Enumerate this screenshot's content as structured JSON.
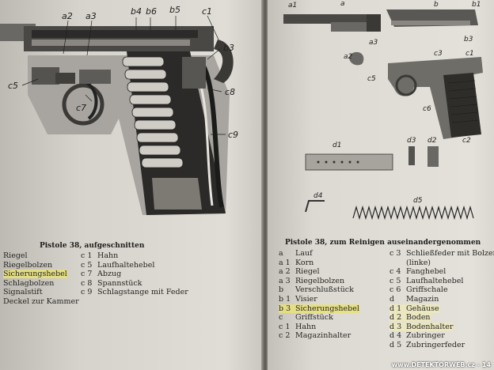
{
  "left_page": {
    "figure_labels": [
      "a2",
      "a3",
      "b4",
      "b6",
      "b5",
      "c1",
      "b3",
      "c5",
      "c7",
      "c8",
      "c9"
    ],
    "caption": "Pistole 38, aufgeschnitten",
    "legend_left": [
      "Riegel",
      "Riegelbolzen",
      "Sicherungshebel",
      "Schlagbolzen",
      "Signalstift",
      "Deckel zur Kammer"
    ],
    "legend_right": [
      {
        "key": "c 1",
        "text": "Hahn"
      },
      {
        "key": "c 5",
        "text": "Laufhaltehebel"
      },
      {
        "key": "c 7",
        "text": "Abzug"
      },
      {
        "key": "c 8",
        "text": "Spannstück"
      },
      {
        "key": "c 9",
        "text": "Schlagstange mit Feder"
      }
    ]
  },
  "right_page": {
    "figure_labels": [
      "a1",
      "a",
      "b",
      "b1",
      "a3",
      "b3",
      "a2",
      "c3",
      "c1",
      "c5",
      "c6",
      "c2",
      "d1",
      "d3",
      "d2",
      "d4",
      "d5"
    ],
    "caption": "Pistole 38, zum Reinigen auseinandergenommen",
    "legend_left": [
      {
        "key": "a",
        "text": "Lauf"
      },
      {
        "key": "a 1",
        "text": "Korn"
      },
      {
        "key": "a 2",
        "text": "Riegel"
      },
      {
        "key": "a 3",
        "text": "Riegelbolzen"
      },
      {
        "key": "b",
        "text": "Verschlußstück"
      },
      {
        "key": "b 1",
        "text": "Visier"
      },
      {
        "key": "b 3",
        "text": "Sicherungshebel"
      },
      {
        "key": "c",
        "text": "Griffstück"
      },
      {
        "key": "c 1",
        "text": "Hahn"
      },
      {
        "key": "c 2",
        "text": "Magazinhalter"
      }
    ],
    "legend_right": [
      {
        "key": "c 3",
        "text": "Schließfeder mit Bolzen"
      },
      {
        "key": "",
        "text": "(linke)"
      },
      {
        "key": "c 4",
        "text": "Fanghebel"
      },
      {
        "key": "c 5",
        "text": "Laufhaltehebel"
      },
      {
        "key": "c 6",
        "text": "Griffschale"
      },
      {
        "key": "d",
        "text": "Magazin"
      },
      {
        "key": "d 1",
        "text": "Gehäuse"
      },
      {
        "key": "d 2",
        "text": "Boden"
      },
      {
        "key": "d 3",
        "text": "Bodenhalter"
      },
      {
        "key": "d 4",
        "text": "Zubringer"
      },
      {
        "key": "d 5",
        "text": "Zubringerfeder"
      }
    ]
  },
  "watermark": "www.DETEKTORWEB.cz - 14"
}
